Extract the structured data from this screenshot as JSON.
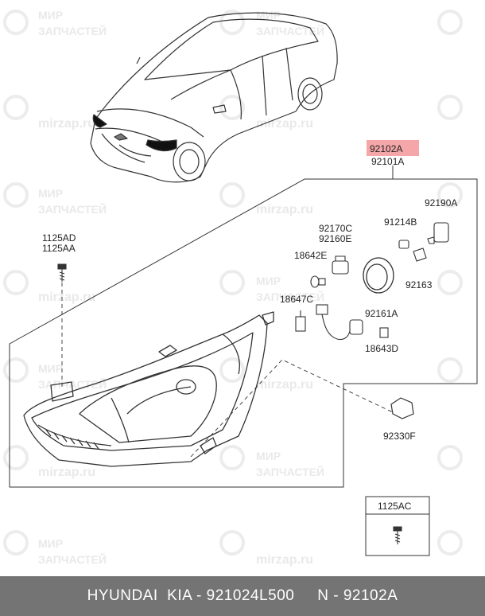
{
  "watermark": {
    "line1": "МИР",
    "line2": "ЗАПЧАСТЕЙ",
    "site": "mirzap.ru"
  },
  "parts": {
    "highlighted": "92102A",
    "assembly": "92101A",
    "screw_top": [
      "1125AD",
      "1125AA"
    ],
    "bulb_holder": [
      "92170C",
      "92160E"
    ],
    "bulb_small": "18642E",
    "bulb_main": "18647C",
    "dust_cap_small": "91214B",
    "actuator": "92190A",
    "actuator_cover": "92163",
    "cap_ring": "92161A",
    "bulb_wedge": "18643D",
    "socket": "92330F",
    "screw_box": "1125AC"
  },
  "colors": {
    "highlight": "#f4a6a8",
    "footer_bg": "#747474",
    "lines": "#333333"
  },
  "footer": {
    "brand": "HYUNDAI  KIA",
    "separator": " - ",
    "part_number": "921024L500",
    "gap": "     ",
    "n_label": "N",
    "n_value": "92102A"
  }
}
